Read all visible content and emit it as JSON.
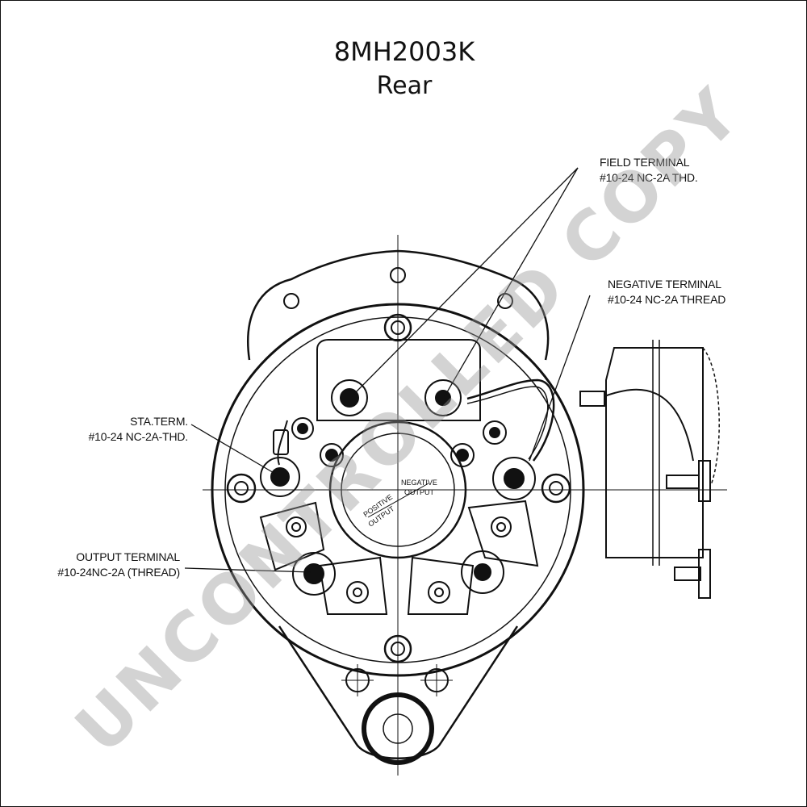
{
  "header": {
    "title": "8MH2003K",
    "subtitle": "Rear"
  },
  "callouts": {
    "field": {
      "line1": "FIELD TERMINAL",
      "line2": "#10-24 NC-2A THD."
    },
    "negative": {
      "line1": "NEGATIVE TERMINAL",
      "line2": "#10-24 NC-2A THREAD"
    },
    "sta": {
      "line1": "STA.TERM.",
      "line2": "#10-24 NC-2A-THD."
    },
    "output": {
      "line1": "OUTPUT TERMINAL",
      "line2": "#10-24NC-2A (THREAD)"
    }
  },
  "hub_labels": {
    "negative_output": [
      "NEGATIVE",
      "OUTPUT"
    ],
    "positive_output": [
      "POSITIVE",
      "OUTPUT"
    ]
  },
  "watermark": "UNCONTROLLED COPY"
}
